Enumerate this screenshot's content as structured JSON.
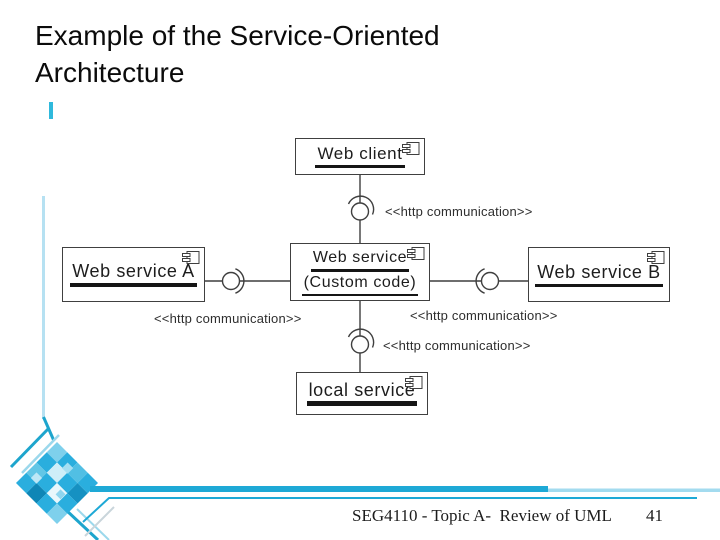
{
  "title": {
    "line1": "Example of the Service-Oriented",
    "line2": "Architecture"
  },
  "diagram": {
    "nodes": {
      "web_client": {
        "label": "Web client"
      },
      "web_service_a": {
        "label": "Web service A"
      },
      "web_service_center": {
        "line1": "Web service",
        "line2": "(Custom code)"
      },
      "web_service_b": {
        "label": "Web service B"
      },
      "local_service": {
        "label": "local service"
      }
    },
    "stereotype": "<<http communication>>",
    "icons": {
      "component": "uml-component-icon",
      "interface": "lollipop-socket-interface"
    }
  },
  "footer": {
    "course": "SEG4110 - Topic A-  Review of UML",
    "page": "41"
  },
  "colors": {
    "accent_cyan": "#1ea9d6",
    "light_blue": "#b6e1f2",
    "mosaic_blue": "#2aaede",
    "diagram_stroke": "#3f3f3f"
  }
}
